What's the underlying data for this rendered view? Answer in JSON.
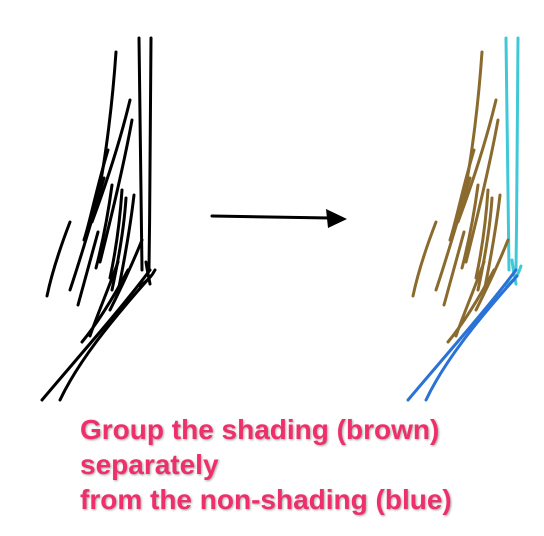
{
  "caption": {
    "line1": "Group the shading (brown)",
    "line2": "separately",
    "line3": "from the non-shading (blue)"
  },
  "colors": {
    "original_strokes": "#000000",
    "shading": "#8a6a2e",
    "non_shading_light": "#3ec8d8",
    "non_shading_dark": "#2a72d6",
    "arrow": "#000000",
    "caption": "#ee2f6b"
  },
  "panels": {
    "left": "original sketch strokes (all black)",
    "right": "grouped sketch strokes (brown shading, blue non-shading)"
  }
}
